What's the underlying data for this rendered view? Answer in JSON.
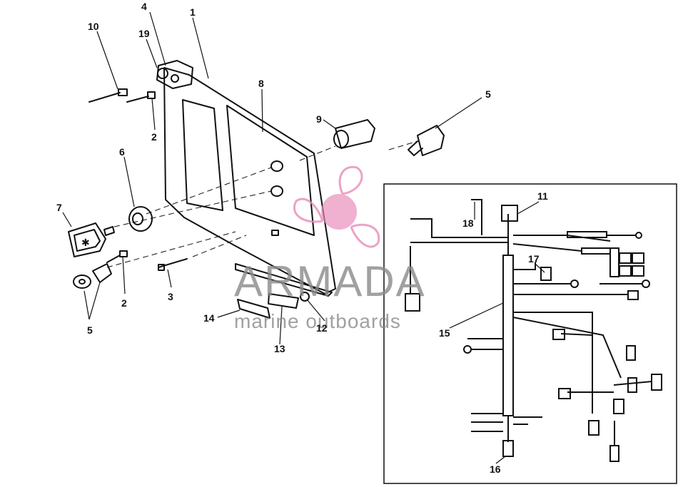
{
  "watermark": {
    "brand": "ARMADA",
    "tagline": "marine outboards",
    "logo_color": "#e98bb8",
    "text_color": "#8a8a8a"
  },
  "callouts": {
    "c1": "1",
    "c2a": "2",
    "c2b": "2",
    "c3": "3",
    "c4": "4",
    "c5a": "5",
    "c5b": "5",
    "c6": "6",
    "c7": "7",
    "c8": "8",
    "c9": "9",
    "c10": "10",
    "c11": "11",
    "c12": "12",
    "c13": "13",
    "c14": "14",
    "c15": "15",
    "c16": "16",
    "c17": "17",
    "c18": "18",
    "c19": "19"
  },
  "icons": {
    "warning_light": "star-warning-icon",
    "logo": "propeller-logo-icon"
  }
}
